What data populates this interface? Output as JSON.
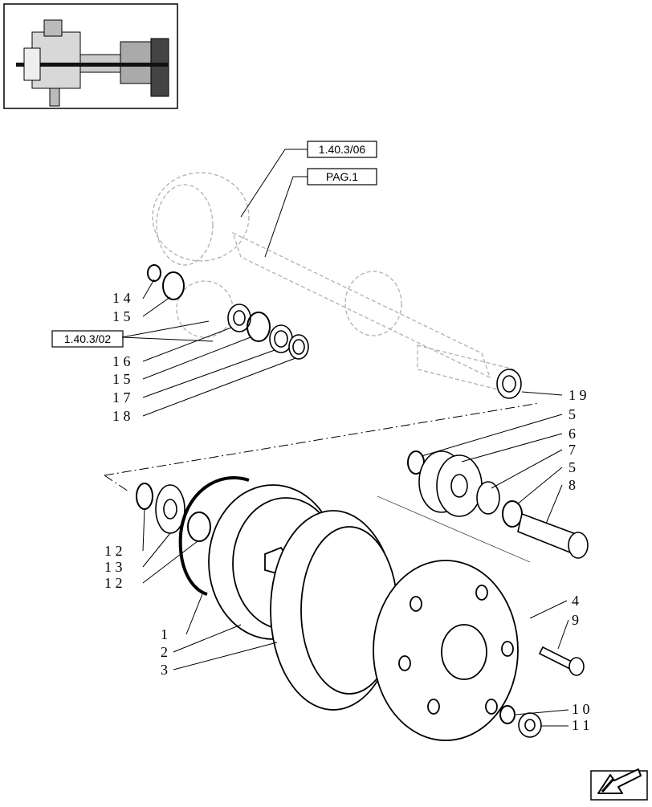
{
  "thumbnail": {
    "label": ""
  },
  "ref_boxes": [
    {
      "id": "ref-1-40-3-06",
      "text": "1.40.3/06"
    },
    {
      "id": "ref-pag-1",
      "text": "PAG.1"
    },
    {
      "id": "ref-1-40-3-02",
      "text": "1.40.3/02"
    }
  ],
  "callouts": {
    "c14": "1 4",
    "c15a": "1 5",
    "c16": "1 6",
    "c15b": "1 5",
    "c17": "1 7",
    "c18": "1 8",
    "c19": "1 9",
    "c5a": "5",
    "c6": "6",
    "c7": "7",
    "c5b": "5",
    "c8": "8",
    "c12a": "1 2",
    "c13": "1 3",
    "c12b": "1 2",
    "c1": "1",
    "c2": "2",
    "c3": "3",
    "c4": "4",
    "c9": "9",
    "c10": "1 0",
    "c11": "1 1"
  },
  "nav": {
    "icon": "next-page-arrow-icon"
  },
  "colors": {
    "line": "#000000",
    "ghost": "#b0b0b0",
    "paper": "#ffffff"
  }
}
